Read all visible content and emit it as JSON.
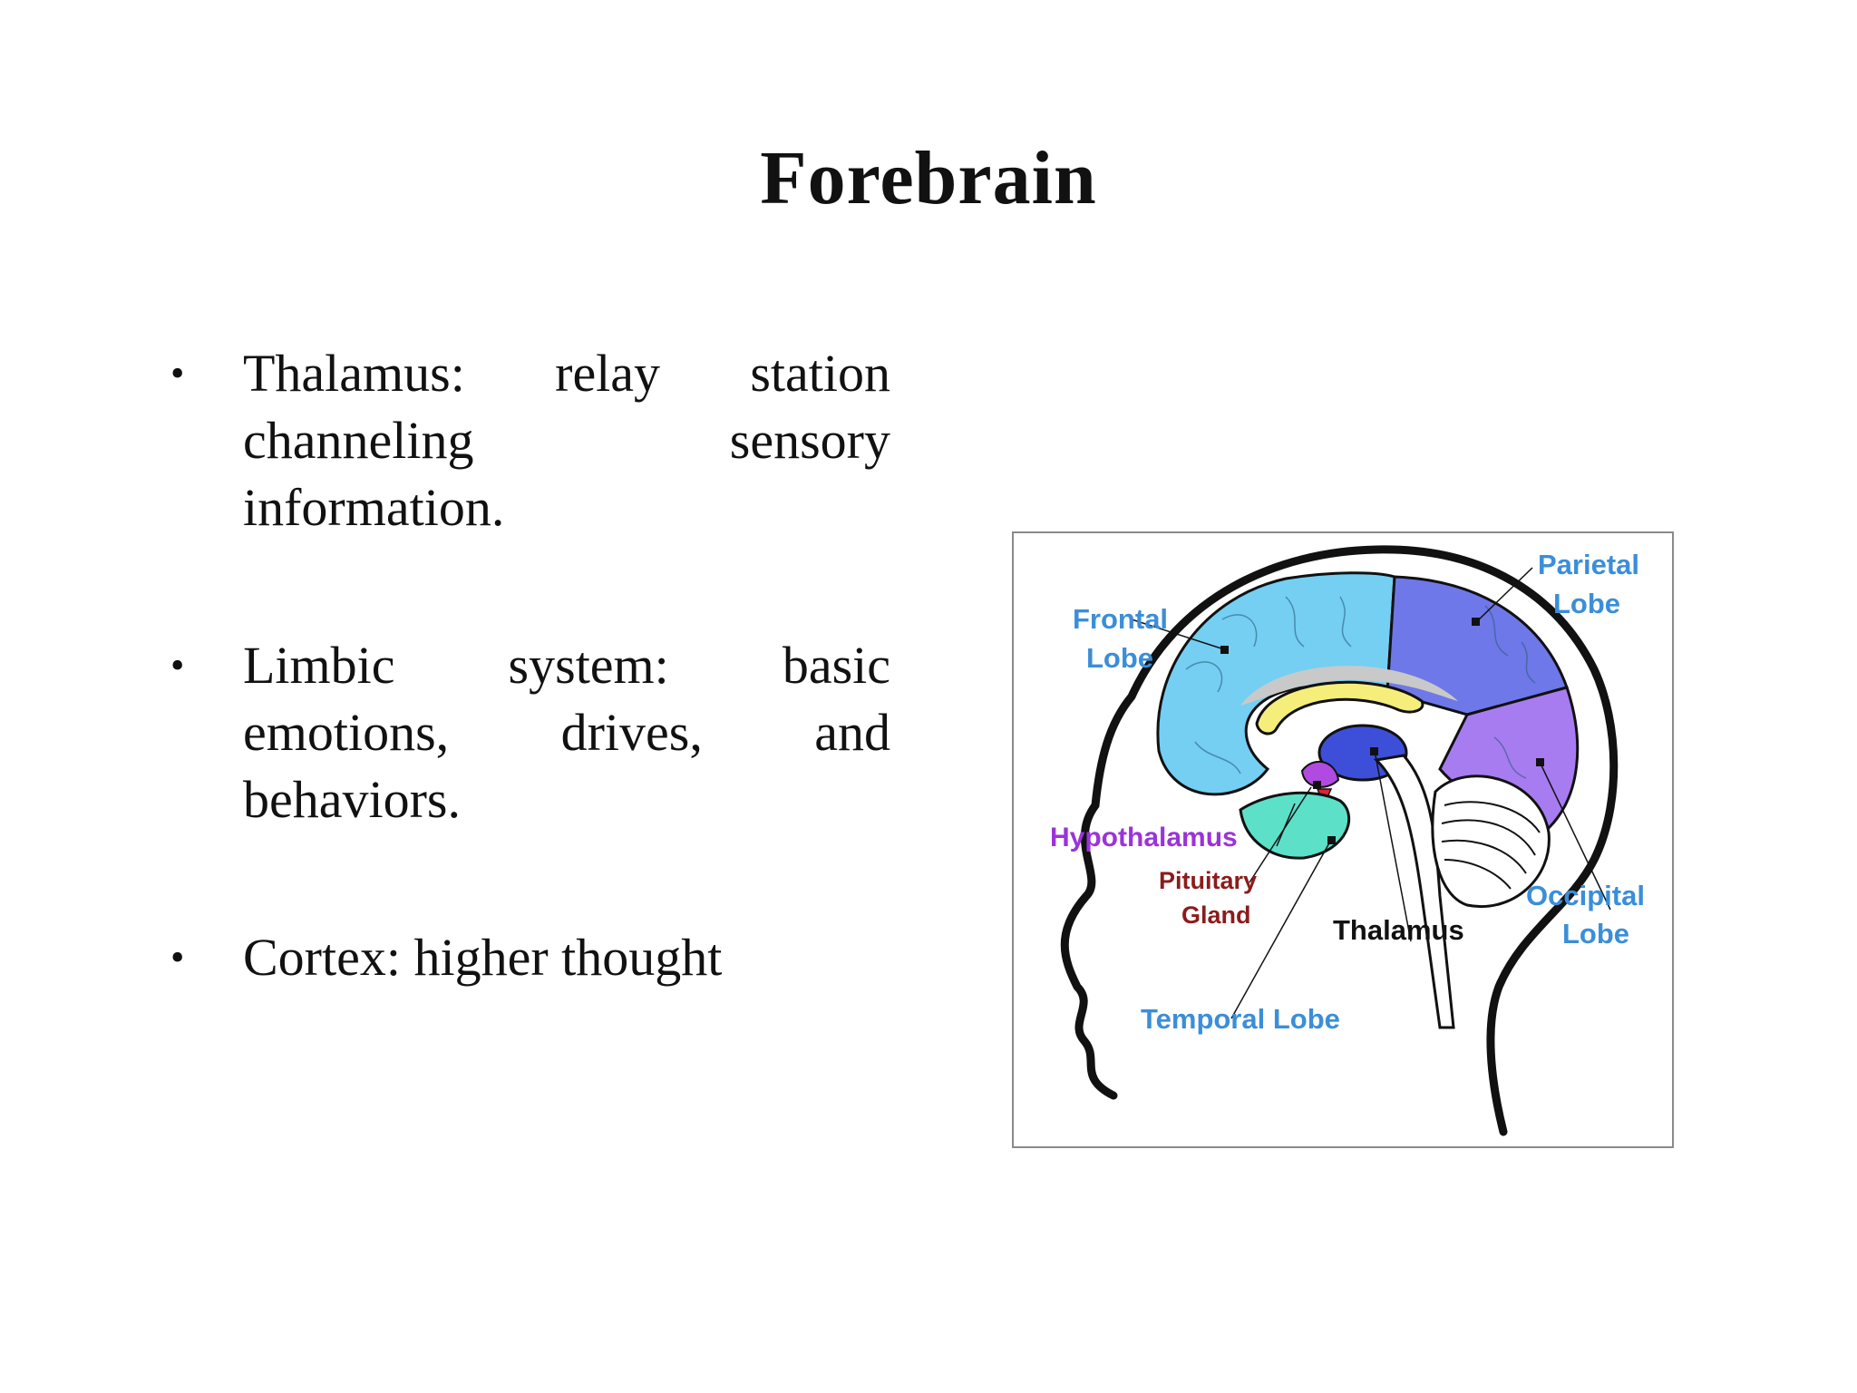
{
  "slide": {
    "title": "Forebrain",
    "bullets": [
      "Thalamus: relay station channeling sensory information.",
      "Limbic system: basic emotions, drives, and behaviors.",
      "Cortex: higher thought"
    ],
    "bullet_symbol": "•"
  },
  "diagram": {
    "labels": {
      "frontal_1": "Frontal",
      "frontal_2": "Lobe",
      "parietal_1": "Parietal",
      "parietal_2": "Lobe",
      "hypothalamus": "Hypothalamus",
      "pituitary_1": "Pituitary",
      "pituitary_2": "Gland",
      "thalamus": "Thalamus",
      "occipital_1": "Occipital",
      "occipital_2": "Lobe",
      "temporal": "Temporal Lobe"
    },
    "colors": {
      "frontal": "#74cff2",
      "parietal": "#6f78e8",
      "occipital": "#a77cf0",
      "temporal": "#5de0c8",
      "corpus_callosum": "#f6ee7a",
      "thalamus": "#3d4fd8",
      "hypothalamus": "#b04ae0",
      "pituitary": "#e0213a",
      "label_blue": "#3b8ed8",
      "label_purple": "#9b33d9",
      "label_red": "#8b1c1c"
    }
  }
}
